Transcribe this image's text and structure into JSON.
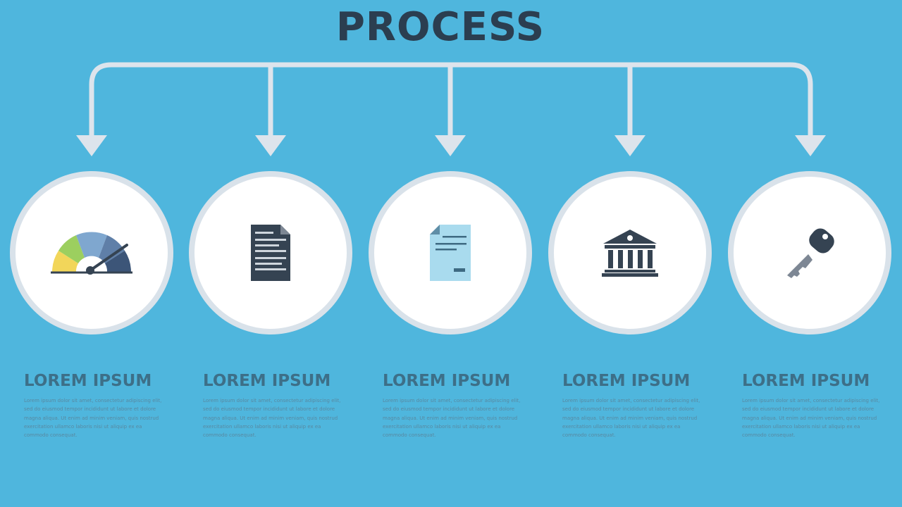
{
  "title": "PROCESS",
  "colors": {
    "background": "#4fb6dd",
    "title": "#2b3e50",
    "connector": "#dde4ec",
    "circle_fill": "#ffffff",
    "circle_border": "#d9e2ea",
    "label": "#3d6f88",
    "body_text": "#5889a1",
    "icon_dark": "#354352",
    "icon_light": "#a9dbee"
  },
  "steps": [
    {
      "icon": "speedometer-icon",
      "label": "LOREM IPSUM",
      "text": "Lorem ipsum dolor sit amet, consectetur adipiscing elit, sed do eiusmod tempor incididunt ut labore et dolore magna aliqua. Ut enim ad minim veniam, quis nostrud exercitation ullamco laboris nisi ut aliquip ex ea commodo consequat."
    },
    {
      "icon": "document-icon",
      "label": "LOREM IPSUM",
      "text": "Lorem ipsum dolor sit amet, consectetur adipiscing elit, sed do eiusmod tempor incididunt ut labore et dolore magna aliqua. Ut enim ad minim veniam, quis nostrud exercitation ullamco laboris nisi ut aliquip ex ea commodo consequat."
    },
    {
      "icon": "file-icon",
      "label": "LOREM IPSUM",
      "text": "Lorem ipsum dolor sit amet, consectetur adipiscing elit, sed do eiusmod tempor incididunt ut labore et dolore magna aliqua. Ut enim ad minim veniam, quis nostrud exercitation ullamco laboris nisi ut aliquip ex ea commodo consequat."
    },
    {
      "icon": "bank-icon",
      "label": "LOREM IPSUM",
      "text": "Lorem ipsum dolor sit amet, consectetur adipiscing elit, sed do eiusmod tempor incididunt ut labore et dolore magna aliqua. Ut enim ad minim veniam, quis nostrud exercitation ullamco laboris nisi ut aliquip ex ea commodo consequat."
    },
    {
      "icon": "key-icon",
      "label": "LOREM IPSUM",
      "text": "Lorem ipsum dolor sit amet, consectetur adipiscing elit, sed do eiusmod tempor incididunt ut labore et dolore magna aliqua. Ut enim ad minim veniam, quis nostrud exercitation ullamco laboris nisi ut aliquip ex ea commodo consequat."
    }
  ]
}
